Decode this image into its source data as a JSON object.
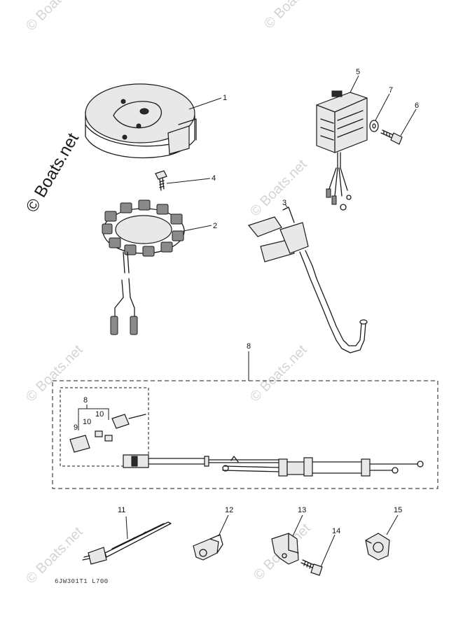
{
  "watermark": {
    "text": "© Boats.net",
    "main_text": "© Boats.net"
  },
  "callouts": {
    "c1": "1",
    "c2": "2",
    "c3": "3",
    "c4": "4",
    "c5": "5",
    "c6": "6",
    "c7": "7",
    "c8_main": "8",
    "c8_inset": "8",
    "c9": "9",
    "c10a": "10",
    "c10b": "10",
    "c11": "11",
    "c12": "12",
    "c13": "13",
    "c14": "14",
    "c15": "15"
  },
  "diagram_code": "6JW301T1 L700"
}
